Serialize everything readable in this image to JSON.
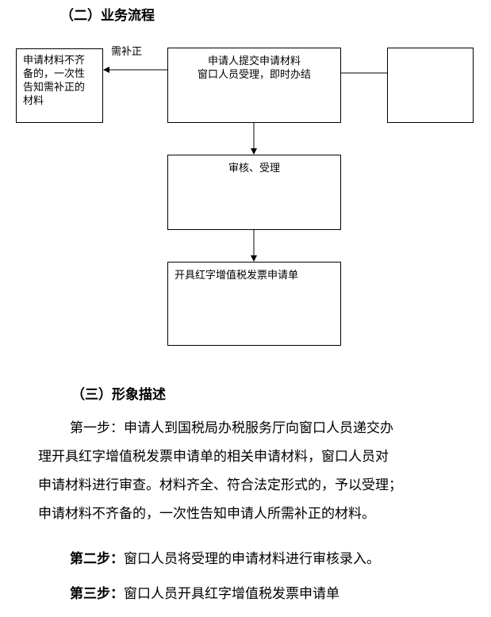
{
  "section2": {
    "heading": "（二）业务流程"
  },
  "flow": {
    "left_box": {
      "lines": [
        "申请材料不齐",
        "备的，一次性",
        "告知需补正的",
        "材料"
      ]
    },
    "supplement_label": "需补正",
    "submit_box": {
      "lines": [
        "申请人提交申请材料",
        "窗口人员受理，即时办结"
      ]
    },
    "review_box": {
      "text": "审核、受理"
    },
    "issue_box": {
      "text": "开具红字增值税发票申请单"
    }
  },
  "section3": {
    "heading": "（三）形象描述",
    "step1": {
      "lines": [
        "第一步：申请人到国税局办税服务厅向窗口人员递交办",
        "理开具红字增值税发票申请单的相关申请材料，窗口人员对",
        "申请材料进行审查。材料齐全、符合法定形式的，予以受理；",
        "申请材料不齐备的，一次性告知申请人所需补正的材料。"
      ]
    },
    "step2": {
      "label": "第二步：",
      "text": "窗口人员将受理的申请材料进行审核录入。"
    },
    "step3": {
      "label": "第三步：",
      "text": "窗口人员开具红字增值税发票申请单"
    }
  }
}
